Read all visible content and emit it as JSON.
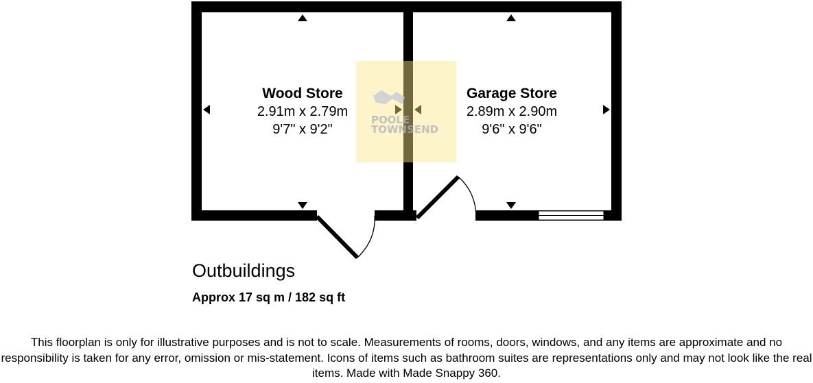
{
  "rooms": [
    {
      "name": "Wood Store",
      "metric": "2.91m x 2.79m",
      "imperial": "9'7\" x 9'2\""
    },
    {
      "name": "Garage Store",
      "metric": "2.89m x 2.90m",
      "imperial": "9'6\" x 9'6\""
    }
  ],
  "watermark": {
    "line1": "POOLE",
    "line2": "TOWNSEND",
    "color": "#fdf0b0"
  },
  "title": "Outbuildings",
  "area": "Approx 17 sq m / 182 sq ft",
  "disclaimer": "This floorplan is only for illustrative purposes and is not to scale. Measurements of rooms, doors, windows, and any items are approximate and no responsibility is taken for any error, omission or mis-statement. Icons of items such as bathroom suites are representations only and may not look like the real items. Made with Made Snappy 360."
}
